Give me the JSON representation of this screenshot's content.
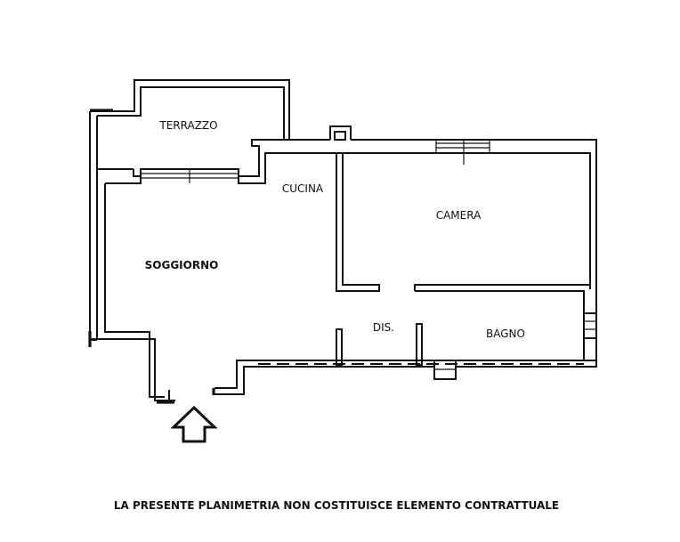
{
  "rooms": {
    "terrazzo": "TERRAZZO",
    "cucina": "CUCINA",
    "camera": "CAMERA",
    "soggiorno": "SOGGIORNO",
    "dis": "DIS.",
    "bagno": "BAGNO"
  },
  "footer": {
    "disclaimer": "LA PRESENTE PLANIMETRIA NON COSTITUISCE ELEMENTO CONTRATTUALE"
  },
  "icons": {
    "entrance": "entrance-arrow-icon"
  }
}
